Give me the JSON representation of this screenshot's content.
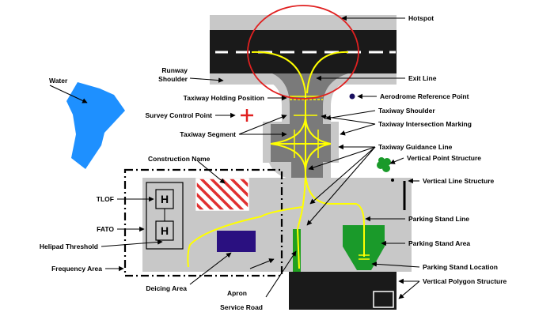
{
  "labels": {
    "hotspot": "Hotspot",
    "runway_shoulder_1": "Runway",
    "runway_shoulder_2": "Shoulder",
    "exit_line": "Exit Line",
    "water": "Water",
    "taxiway_holding_position": "Taxiway Holding Position",
    "aerodrome_reference_point": "Aerodrome Reference Point",
    "taxiway_shoulder": "Taxiway Shoulder",
    "survey_control_point": "Survey Control Point",
    "taxiway_intersection_marking": "Taxiway Intersection Marking",
    "taxiway_segment": "Taxiway Segment",
    "taxiway_guidance_line": "Taxiway Guidance Line",
    "construction_name": "Construction Name",
    "vertical_point_structure": "Vertical Point Structure",
    "vertical_line_structure": "Vertical Line Structure",
    "tlof": "TLOF",
    "parking_stand_line": "Parking Stand Line",
    "fato": "FATO",
    "parking_stand_area": "Parking Stand Area",
    "helipad_threshold": "Helipad Threshold",
    "frequency_area": "Frequency Area",
    "parking_stand_location": "Parking Stand Location",
    "vertical_polygon_structure": "Vertical Polygon Structure",
    "deicing_area": "Deicing Area",
    "apron": "Apron",
    "service_road": "Service Road"
  },
  "helipad_letters": {
    "top": "H",
    "bottom": "H"
  },
  "colors": {
    "runway": "#1a1a1a",
    "shoulder": "#c8c8c8",
    "taxiway": "#7a7a7a",
    "guidance": "#ffff00",
    "water": "#1e90ff",
    "hotspot": "#e02020",
    "parking_area": "#1a9a2a",
    "deicing": "#2a1080",
    "service_road": "#20a020"
  }
}
